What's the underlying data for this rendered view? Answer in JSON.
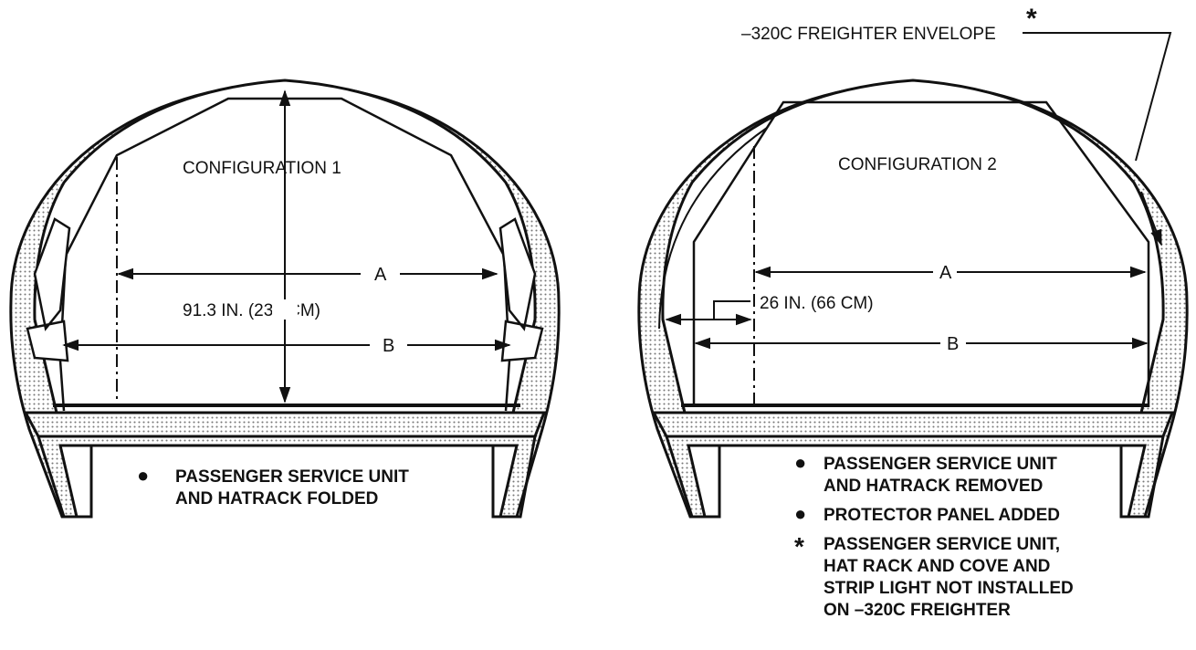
{
  "colors": {
    "ink": "#111111",
    "paper": "#ffffff",
    "stipple": "#777777"
  },
  "left": {
    "title": "CONFIGURATION 1",
    "height_dim": "91.3 IN.  (232 CM)",
    "dim_a": "A",
    "dim_b": "B",
    "notes": [
      {
        "bullet": "●",
        "lines": [
          "PASSENGER SERVICE UNIT",
          "AND HATRACK FOLDED"
        ]
      }
    ]
  },
  "right": {
    "title": "CONFIGURATION 2",
    "envelope_label": "–320C FREIGHTER ENVELOPE",
    "asterisk": "*",
    "width_dim": "26 IN. (66 CM)",
    "dim_a": "A",
    "dim_b": "B",
    "notes": [
      {
        "bullet": "●",
        "lines": [
          "PASSENGER SERVICE UNIT",
          "AND HATRACK REMOVED"
        ]
      },
      {
        "bullet": "●",
        "lines": [
          "PROTECTOR PANEL ADDED"
        ]
      },
      {
        "bullet": "*",
        "lines": [
          "PASSENGER SERVICE UNIT,",
          "HAT RACK AND COVE AND",
          "STRIP LIGHT NOT INSTALLED",
          "ON –320C FREIGHTER"
        ]
      }
    ]
  }
}
